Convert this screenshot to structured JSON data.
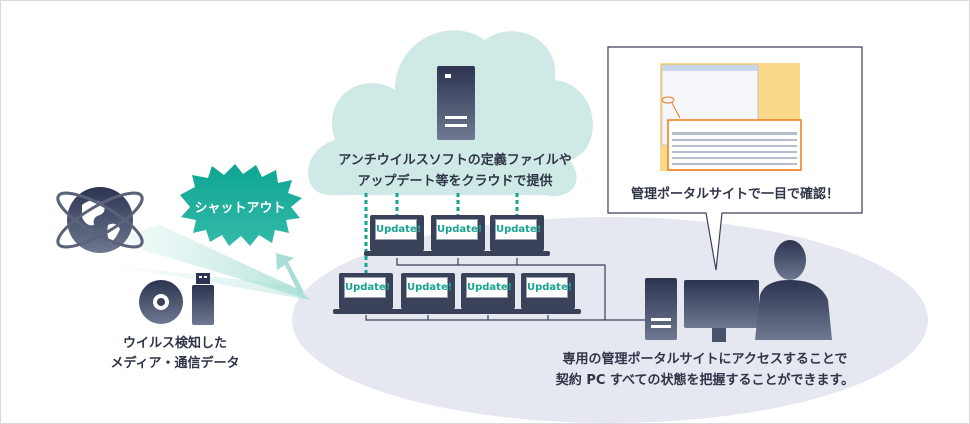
{
  "cloud": {
    "caption_line1": "アンチウイルスソフトの定義ファイルや",
    "caption_line2": "アップデート等をクラウドで提供"
  },
  "shutout": {
    "label": "シャットアウト"
  },
  "threats": {
    "caption_line1": "ウイルス検知した",
    "caption_line2": "メディア・通信データ"
  },
  "portal": {
    "caption": "管理ポータルサイトで一目で確認！"
  },
  "admin": {
    "caption_line1": "専用の管理ポータルサイトにアクセスすることで",
    "caption_line2": "契約 PC すべての状態を把握することができます。"
  },
  "laptops": {
    "update_label": "Update!"
  },
  "colors": {
    "teal": "#17a392",
    "cloud": "#cfeae6",
    "ellipse": "#e6e8f1",
    "navy": "#2f3547",
    "orange": "#f07a18"
  }
}
